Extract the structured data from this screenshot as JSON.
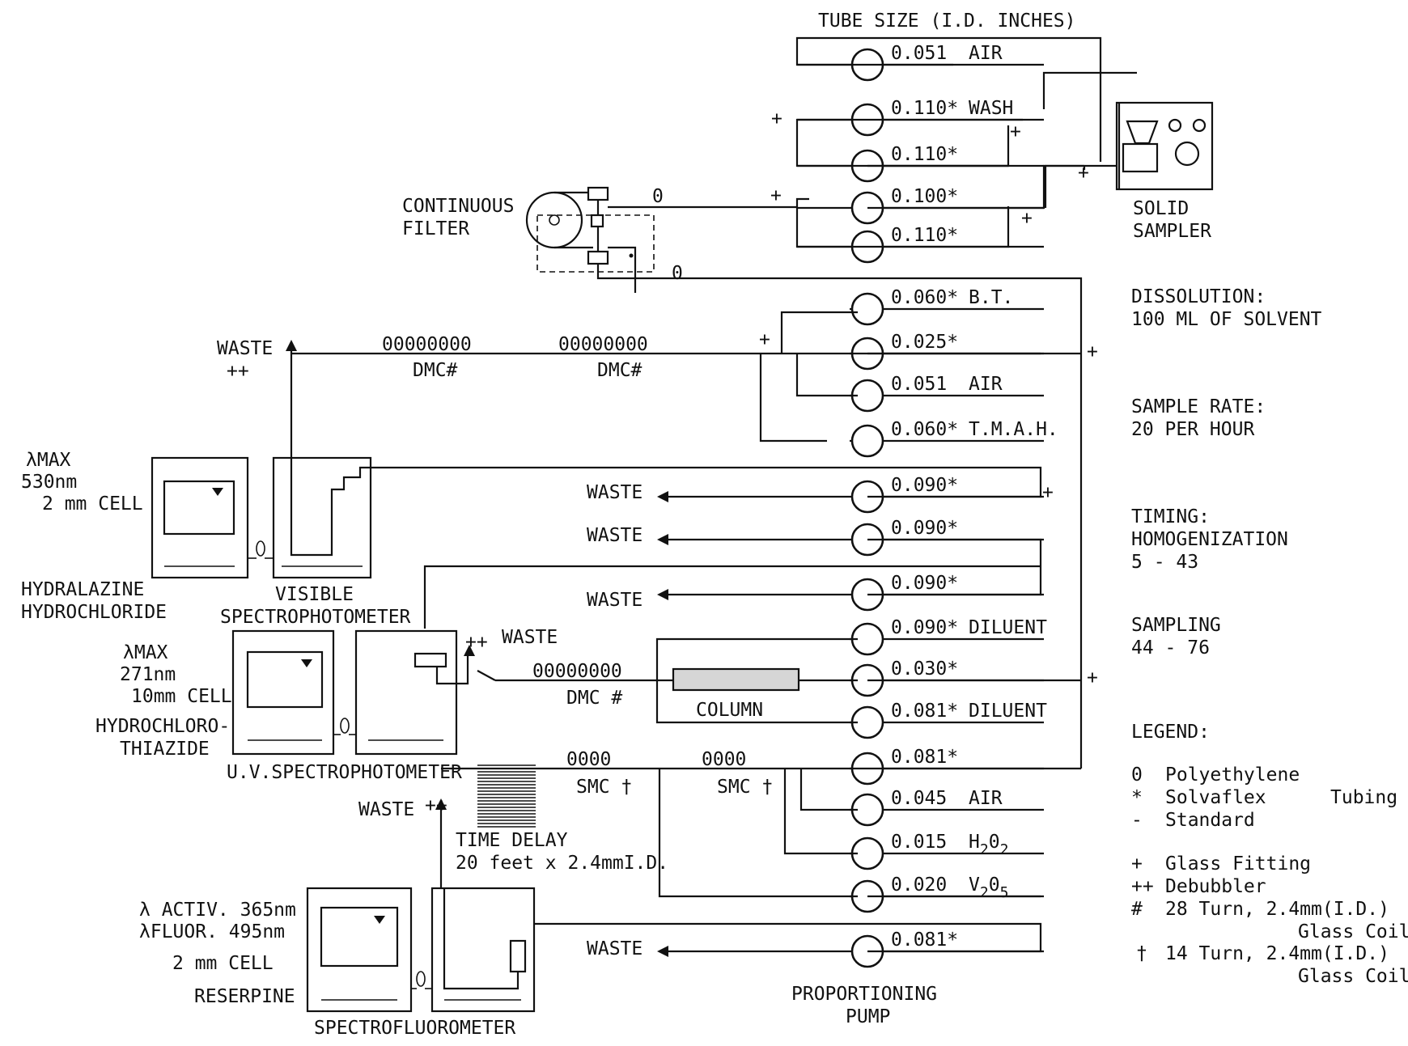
{
  "header": {
    "tube_size": "TUBE SIZE (I.D. INCHES)"
  },
  "pump": {
    "rows": [
      {
        "size": "0.051",
        "label": "AIR"
      },
      {
        "size": "0.110*",
        "label": "WASH"
      },
      {
        "size": "0.110*",
        "label": ""
      },
      {
        "size": "0.100*",
        "label": ""
      },
      {
        "size": "0.110*",
        "label": ""
      },
      {
        "size": "0.060*",
        "label": "B.T."
      },
      {
        "size": "0.025*",
        "label": ""
      },
      {
        "size": "0.051",
        "label": "AIR"
      },
      {
        "size": "0.060*",
        "label": "T.M.A.H."
      },
      {
        "size": "0.090*",
        "label": ""
      },
      {
        "size": "0.090*",
        "label": ""
      },
      {
        "size": "0.090*",
        "label": ""
      },
      {
        "size": "0.090*",
        "label": "DILUENT"
      },
      {
        "size": "0.030*",
        "label": ""
      },
      {
        "size": "0.081*",
        "label": "DILUENT"
      },
      {
        "size": "0.081*",
        "label": ""
      },
      {
        "size": "0.045",
        "label": "AIR"
      },
      {
        "size": "0.015",
        "label": "H",
        "sub1": "2",
        "mid": "0",
        "sub2": "2"
      },
      {
        "size": "0.020",
        "label": "V",
        "sub1": "2",
        "mid": "0",
        "sub2": "5"
      },
      {
        "size": "0.081*",
        "label": ""
      }
    ],
    "label_line1": "PROPORTIONING",
    "label_line2": "PUMP"
  },
  "sampler": {
    "line1": "SOLID",
    "line2": "SAMPLER"
  },
  "filter": {
    "line1": "CONTINUOUS",
    "line2": "FILTER"
  },
  "markers": {
    "glass_fitting": "+",
    "debubbler": "++",
    "polyethylene": "0"
  },
  "coils": {
    "dmc_label": "DMC#",
    "dmc_label_spaced": "DMC #",
    "smc_label": "SMC †",
    "dmc_glyph": "00000000",
    "smc_glyph": "0000"
  },
  "waste": "WASTE",
  "column": "COLUMN",
  "time_delay": {
    "line1": "TIME DELAY",
    "line2": "20 feet x 2.4mmI.D."
  },
  "visible": {
    "l1": "λMAX",
    "l2": "530nm",
    "l3": "2 mm CELL",
    "compound1": "HYDRALAZINE",
    "compound2": "HYDROCHLORIDE",
    "name1": "VISIBLE",
    "name2": "SPECTROPHOTOMETER"
  },
  "uv": {
    "l1": "λMAX",
    "l2": "271nm",
    "l3": "10mm CELL",
    "compound1": "HYDROCHLORO-",
    "compound2": "THIAZIDE",
    "name": "U.V.SPECTROPHOTOMETER"
  },
  "fluor": {
    "l1": "λ ACTIV. 365nm",
    "l2": "λFLUOR. 495nm",
    "l3": "2 mm CELL",
    "compound": "RESERPINE",
    "name": "SPECTROFLUOROMETER"
  },
  "info": {
    "dissolution": "DISSOLUTION:",
    "dissolution_value": "100 ML OF SOLVENT",
    "rate": "SAMPLE RATE:",
    "rate_value": "20 PER HOUR",
    "timing": "TIMING:",
    "homog": "HOMOGENIZATION",
    "homog_value": "5 - 43",
    "sampling": "SAMPLING",
    "sampling_value": "44 - 76"
  },
  "legend": {
    "title": "LEGEND:",
    "items": [
      {
        "sym": "0",
        "text": "Polyethylene"
      },
      {
        "sym": "*",
        "text": "Solvaflex"
      },
      {
        "sym": "-",
        "text": "Standard"
      },
      {
        "sym": "+",
        "text": "Glass Fitting"
      },
      {
        "sym": "++",
        "text": "Debubbler"
      },
      {
        "sym": "#",
        "text": "28 Turn, 2.4mm(I.D.)"
      },
      {
        "sym": "†",
        "text": "14 Turn, 2.4mm(I.D.)"
      }
    ],
    "tubing": "Tubing",
    "coil": "Glass Coil"
  }
}
